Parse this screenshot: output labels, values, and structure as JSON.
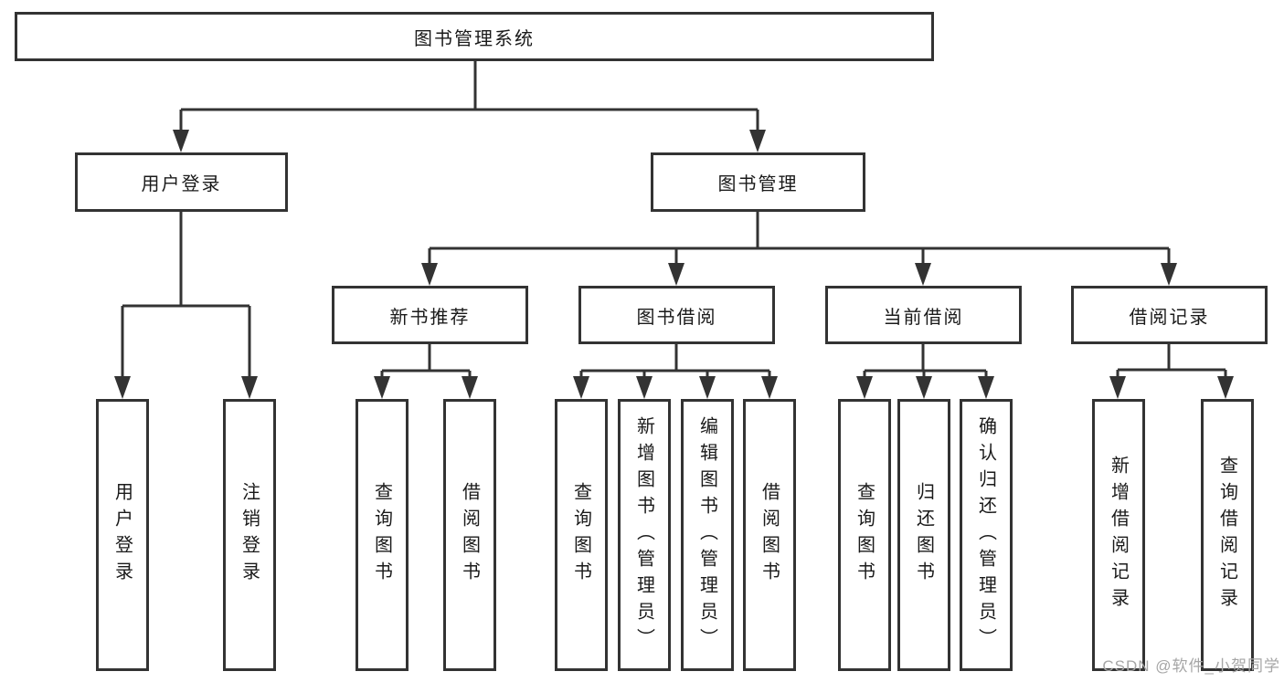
{
  "colors": {
    "line": "#333333",
    "text": "#1a1a1a",
    "background": "#ffffff",
    "watermark_gray": "#a6a6a6"
  },
  "tree": {
    "root": "图书管理系统",
    "branches": [
      {
        "label": "用户登录",
        "children": [
          "用户登录",
          "注销登录"
        ]
      },
      {
        "label": "图书管理",
        "groups": [
          {
            "label": "新书推荐",
            "children": [
              "查询图书",
              "借阅图书"
            ]
          },
          {
            "label": "图书借阅",
            "children": [
              "查询图书",
              "新增图书（管理员）",
              "编辑图书（管理员）",
              "借阅图书"
            ]
          },
          {
            "label": "当前借阅",
            "children": [
              "查询图书",
              "归还图书",
              "确认归还（管理员）"
            ]
          },
          {
            "label": "借阅记录",
            "children": [
              "新增借阅记录",
              "查询借阅记录"
            ]
          }
        ]
      }
    ]
  },
  "watermark": {
    "text": "CSDN @软件_小贺同学"
  }
}
